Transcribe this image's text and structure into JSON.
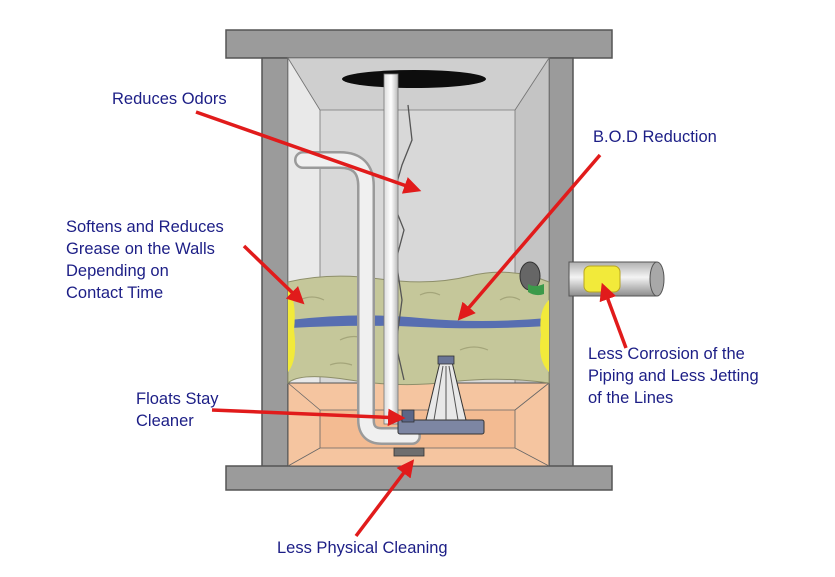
{
  "labels": {
    "reduces_odors": "Reduces Odors",
    "bod_reduction": "B.O.D Reduction",
    "softens": [
      "Softens and Reduces",
      "Grease on the Walls",
      "Depending on",
      "Contact Time"
    ],
    "less_corrosion": [
      "Less Corrosion of the",
      "Piping and Less Jetting",
      "of the Lines"
    ],
    "floats": [
      "Floats Stay",
      "Cleaner"
    ],
    "less_cleaning": "Less Physical Cleaning"
  },
  "colors": {
    "label_text": "#1c1e86",
    "arrow": "#e11b1b",
    "concrete": "#9a9a9a",
    "sludge": "#f5c5a0",
    "grease": "#c5c79a",
    "grease_highlight": "#f2ea3a",
    "water_line": "#4a64b4"
  }
}
